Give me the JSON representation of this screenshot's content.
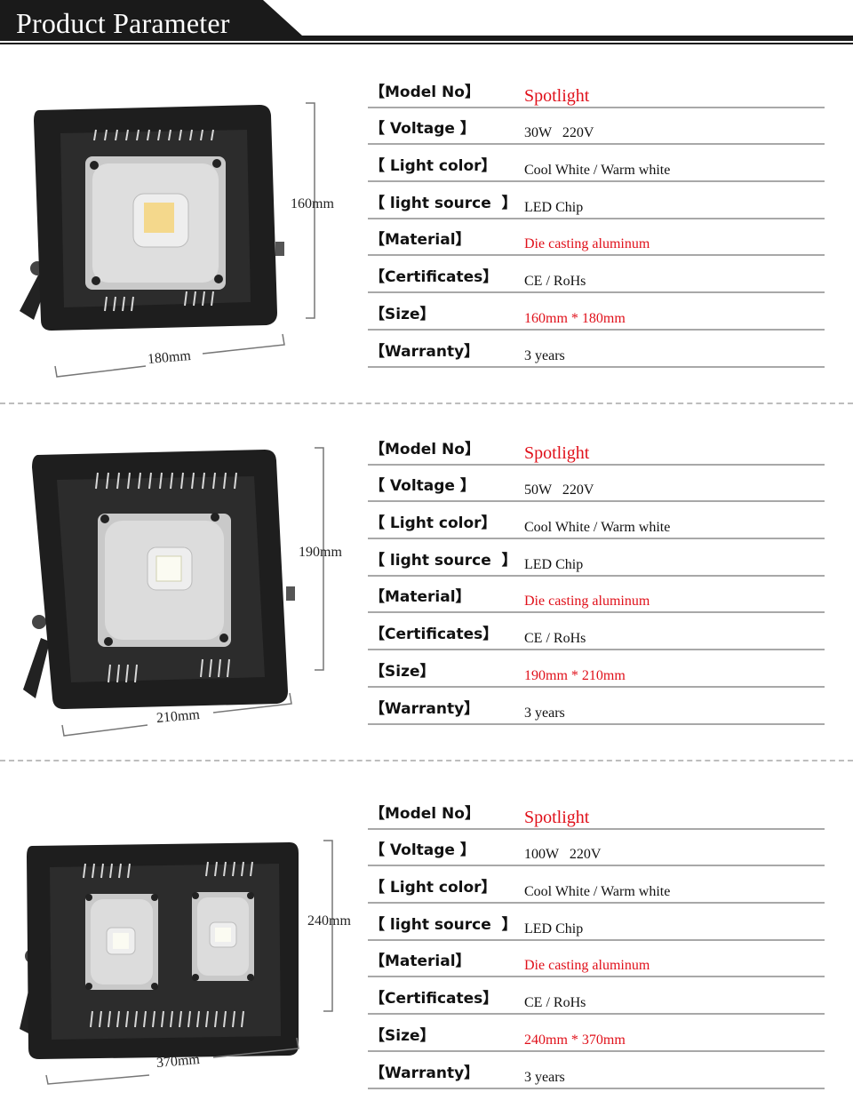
{
  "header": {
    "title": "Product Parameter"
  },
  "colors": {
    "accent_red": "#e0101a",
    "header_bg": "#1a1a1a",
    "rule_gray": "#a8a8a8"
  },
  "products": [
    {
      "dims": {
        "height": "160mm",
        "width": "180mm"
      },
      "chips": 1,
      "specs": [
        {
          "key": "【Model No】",
          "value": "Spotlight",
          "style": "red big"
        },
        {
          "key": "【 Voltage 】",
          "value": "30W   220V",
          "style": ""
        },
        {
          "key": "【 Light color】",
          "value": "Cool White / Warm white",
          "style": ""
        },
        {
          "key": "【 light source  】",
          "value": "LED Chip",
          "style": ""
        },
        {
          "key": "【Material】",
          "value": "Die casting aluminum",
          "style": "red"
        },
        {
          "key": "【Certificates】",
          "value": "CE / RoHs",
          "style": ""
        },
        {
          "key": "【Size】",
          "value": "160mm * 180mm",
          "style": "red"
        },
        {
          "key": "【Warranty】",
          "value": "3 years",
          "style": ""
        }
      ]
    },
    {
      "dims": {
        "height": "190mm",
        "width": "210mm"
      },
      "chips": 1,
      "specs": [
        {
          "key": "【Model No】",
          "value": "Spotlight",
          "style": "red big"
        },
        {
          "key": "【 Voltage 】",
          "value": "50W   220V",
          "style": ""
        },
        {
          "key": "【 Light color】",
          "value": "Cool White / Warm white",
          "style": ""
        },
        {
          "key": "【 light source  】",
          "value": "LED Chip",
          "style": ""
        },
        {
          "key": "【Material】",
          "value": "Die casting aluminum",
          "style": "red"
        },
        {
          "key": "【Certificates】",
          "value": "CE / RoHs",
          "style": ""
        },
        {
          "key": "【Size】",
          "value": "190mm * 210mm",
          "style": "red"
        },
        {
          "key": "【Warranty】",
          "value": "3 years",
          "style": ""
        }
      ]
    },
    {
      "dims": {
        "height": "240mm",
        "width": "370mm"
      },
      "chips": 2,
      "specs": [
        {
          "key": "【Model No】",
          "value": "Spotlight",
          "style": "red big"
        },
        {
          "key": "【 Voltage 】",
          "value": "100W   220V",
          "style": ""
        },
        {
          "key": "【 Light color】",
          "value": "Cool White / Warm white",
          "style": ""
        },
        {
          "key": "【 light source  】",
          "value": "LED Chip",
          "style": ""
        },
        {
          "key": "【Material】",
          "value": "Die casting aluminum",
          "style": "red"
        },
        {
          "key": "【Certificates】",
          "value": "CE / RoHs",
          "style": ""
        },
        {
          "key": "【Size】",
          "value": "240mm * 370mm",
          "style": "red"
        },
        {
          "key": "【Warranty】",
          "value": "3 years",
          "style": ""
        }
      ]
    }
  ]
}
